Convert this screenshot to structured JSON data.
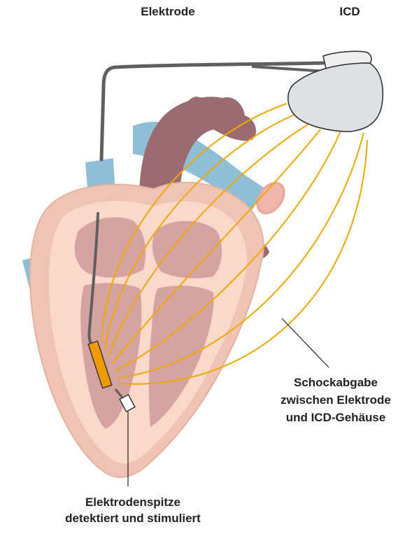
{
  "labels": {
    "electrode": "Elektrode",
    "icd": "ICD",
    "shock": [
      "Schockabgabe",
      "zwischen Elektrode",
      "und ICD-Gehäuse"
    ],
    "tip": [
      "Elektrodenspitze",
      "detektiert und stimuliert"
    ]
  },
  "colors": {
    "heart_outer": "#f0c4b4",
    "heart_inner": "#fad9cb",
    "chamber": "#d6a3a3",
    "vessel_blue": "#8fbfd6",
    "aorta": "#9c6b72",
    "lead": "#5f5f5f",
    "device": "#dde1e3",
    "shock_lines": "#f0a800",
    "coil": "#f09a00"
  }
}
